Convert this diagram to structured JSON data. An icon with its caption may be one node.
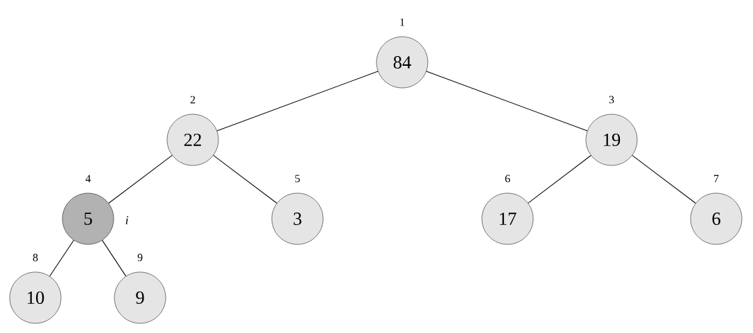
{
  "diagram": {
    "nodes": [
      {
        "text": [
          "84"
        ],
        "beside": [
          "1"
        ]
      },
      {
        "text": [
          "22"
        ],
        "beside": [
          "2"
        ]
      },
      {
        "text": [
          "19"
        ],
        "beside": [
          "3"
        ]
      },
      {
        "text": [
          "5"
        ],
        "beside": [
          "4",
          "i"
        ]
      },
      {
        "text": [
          "3"
        ],
        "beside": [
          "5"
        ]
      },
      {
        "text": [
          "17"
        ],
        "beside": [
          "6"
        ]
      },
      {
        "text": [
          "6"
        ],
        "beside": [
          "7"
        ]
      },
      {
        "text": [
          "10"
        ],
        "beside": [
          "8"
        ]
      },
      {
        "text": [
          "9"
        ],
        "beside": [
          "9"
        ]
      }
    ],
    "edges": [
      {
        "from": 0,
        "to": 1,
        "arrow": "none"
      },
      {
        "from": 0,
        "to": 2,
        "arrow": "none"
      },
      {
        "from": 1,
        "to": 3,
        "arrow": "none"
      },
      {
        "from": 1,
        "to": 4,
        "arrow": "none"
      },
      {
        "from": 2,
        "to": 5,
        "arrow": "none"
      },
      {
        "from": 2,
        "to": 6,
        "arrow": "none"
      },
      {
        "from": 3,
        "to": 7,
        "arrow": "none"
      },
      {
        "from": 3,
        "to": 8,
        "arrow": "none"
      }
    ]
  }
}
